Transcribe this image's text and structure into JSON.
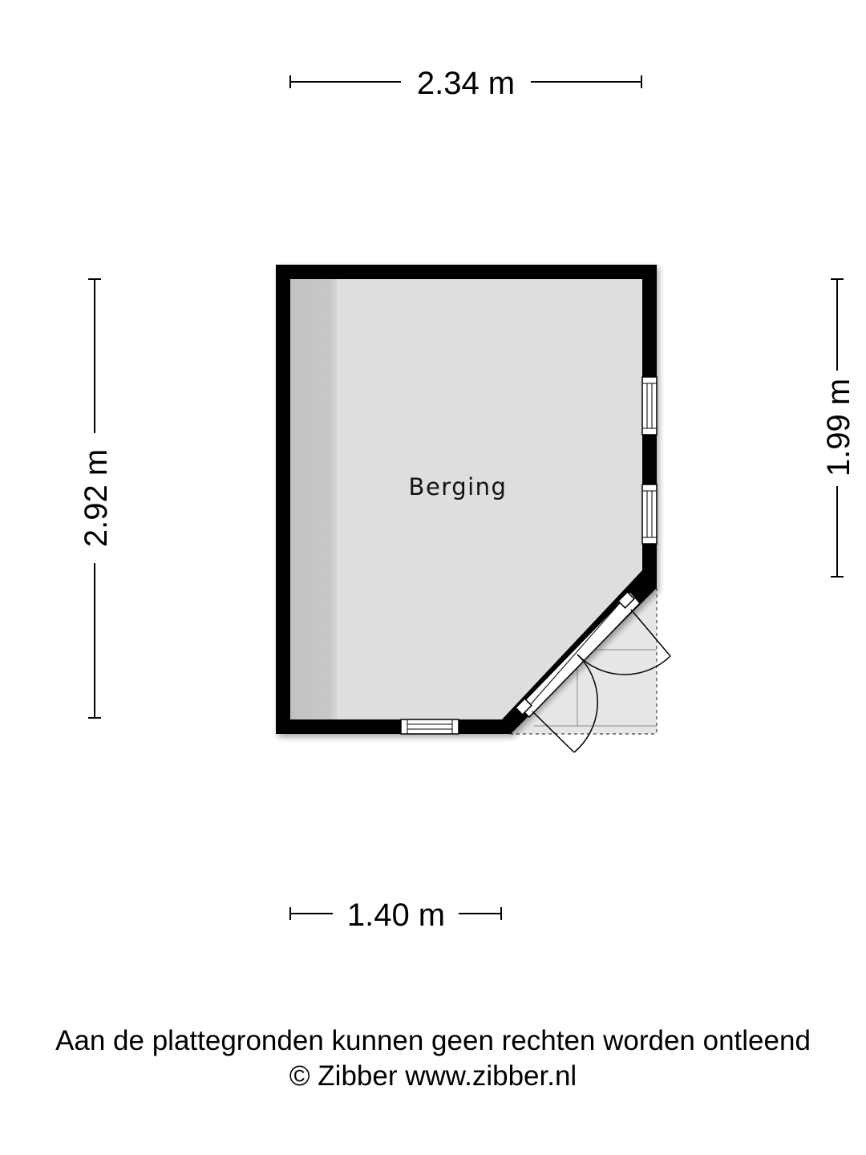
{
  "dimensions": {
    "top": "2.34 m",
    "left": "2.92 m",
    "right": "1.99 m",
    "bottom": "1.40 m"
  },
  "room": {
    "name": "Berging"
  },
  "footer": {
    "disclaimer": "Aan de plattegronden kunnen geen rechten worden ontleend",
    "copyright": "© Zibber www.zibber.nl"
  },
  "colors": {
    "wall": "#000000",
    "floor": "#dedede",
    "shelf": "#c4c4c4",
    "exterior": "#e6e6e6"
  }
}
